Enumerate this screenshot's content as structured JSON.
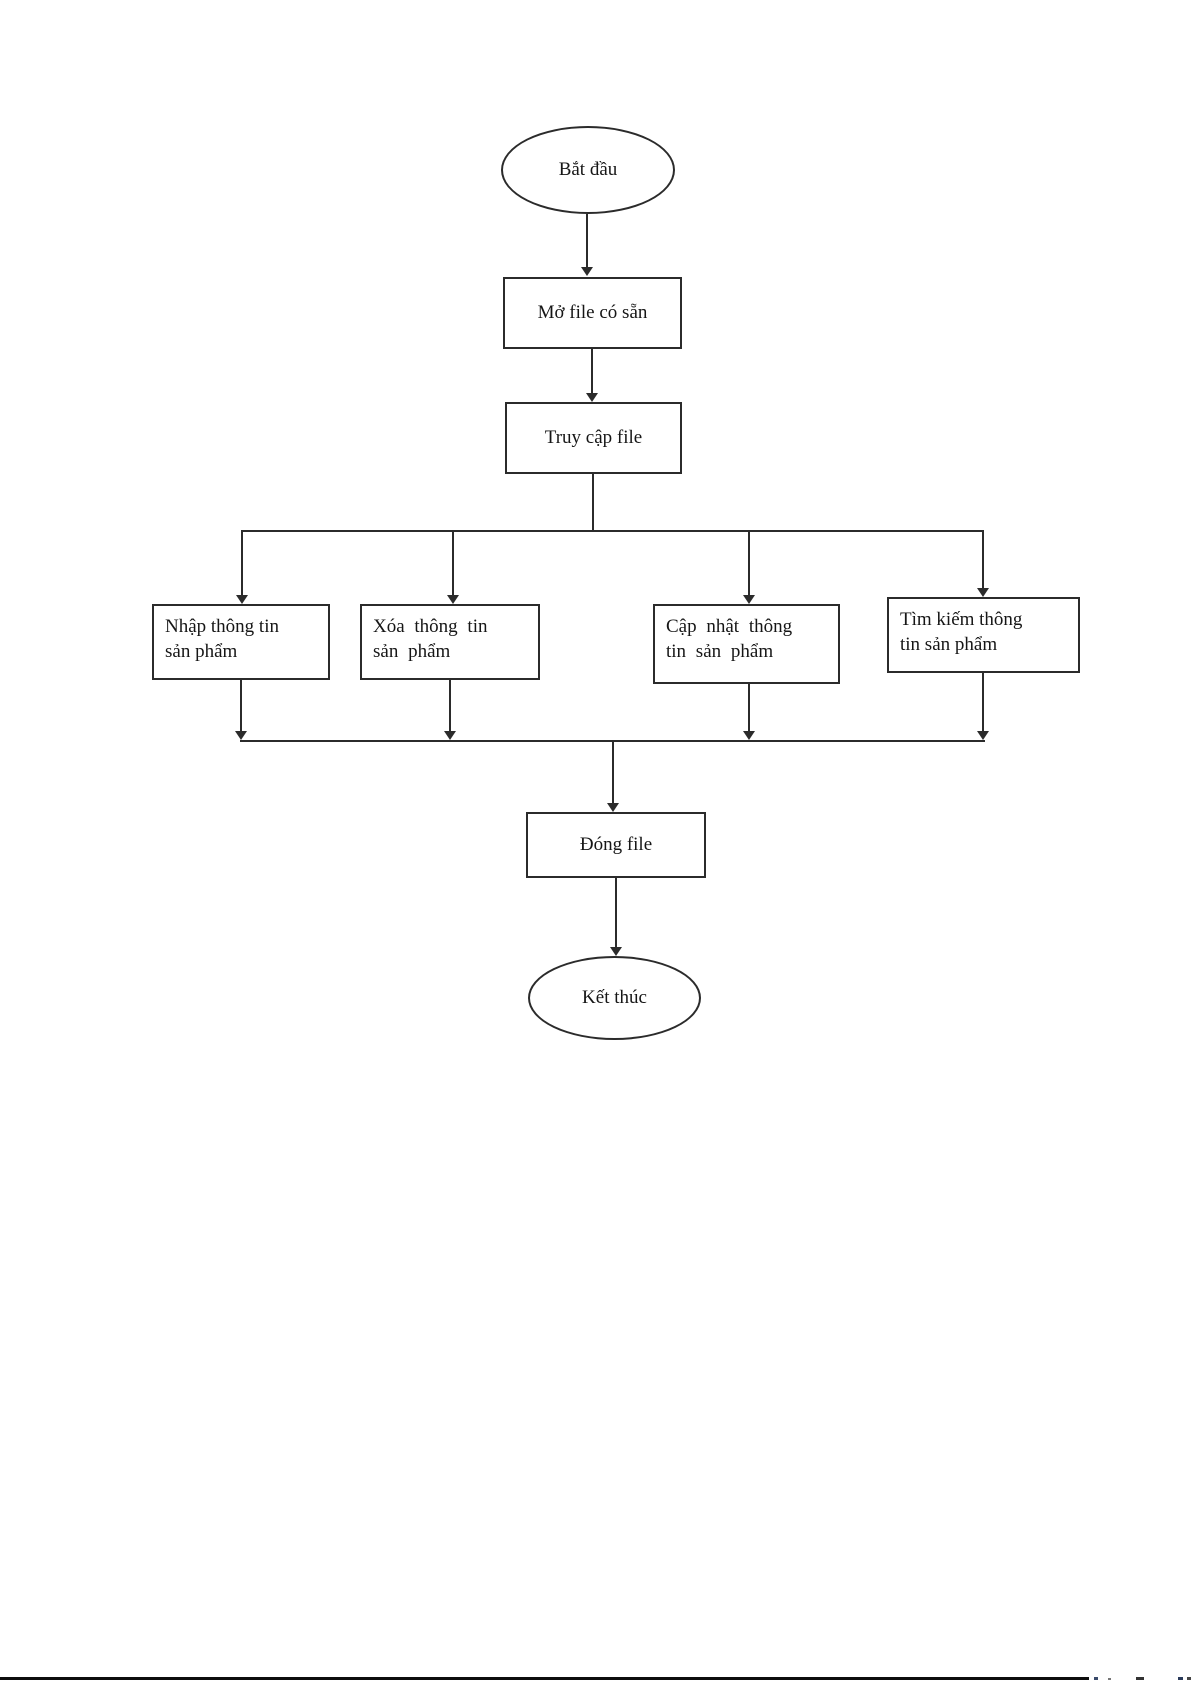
{
  "flowchart": {
    "nodes": {
      "start": {
        "label": "Bắt đầu",
        "type": "terminator"
      },
      "open_file": {
        "label": "Mở file có sẵn",
        "type": "process"
      },
      "access_file": {
        "label": "Truy cập file",
        "type": "process"
      },
      "input_info": {
        "label": "Nhập thông tin\nsản phẩm",
        "type": "process"
      },
      "delete_info": {
        "label": "Xóa thông tin\nsản phẩm",
        "type": "process"
      },
      "update_info": {
        "label": "Cập nhật thông\ntin sản phẩm",
        "type": "process"
      },
      "search_info": {
        "label": "Tìm kiếm thông\ntin sản phẩm",
        "type": "process"
      },
      "close_file": {
        "label": "Đóng file",
        "type": "process"
      },
      "end": {
        "label": "Kết thúc",
        "type": "terminator"
      }
    },
    "edges": [
      {
        "from": "start",
        "to": "open_file"
      },
      {
        "from": "open_file",
        "to": "access_file"
      },
      {
        "from": "access_file",
        "to": "input_info"
      },
      {
        "from": "access_file",
        "to": "delete_info"
      },
      {
        "from": "access_file",
        "to": "update_info"
      },
      {
        "from": "access_file",
        "to": "search_info"
      },
      {
        "from": "input_info",
        "to": "close_file"
      },
      {
        "from": "delete_info",
        "to": "close_file"
      },
      {
        "from": "update_info",
        "to": "close_file"
      },
      {
        "from": "search_info",
        "to": "close_file"
      },
      {
        "from": "close_file",
        "to": "end"
      }
    ],
    "colors": {
      "line": "#2b2b2b",
      "node_border": "#2b2b2b",
      "node_fill": "#ffffff",
      "text": "#161616",
      "page_background": "#ffffff",
      "footer_line": "#0d0d0d"
    }
  }
}
